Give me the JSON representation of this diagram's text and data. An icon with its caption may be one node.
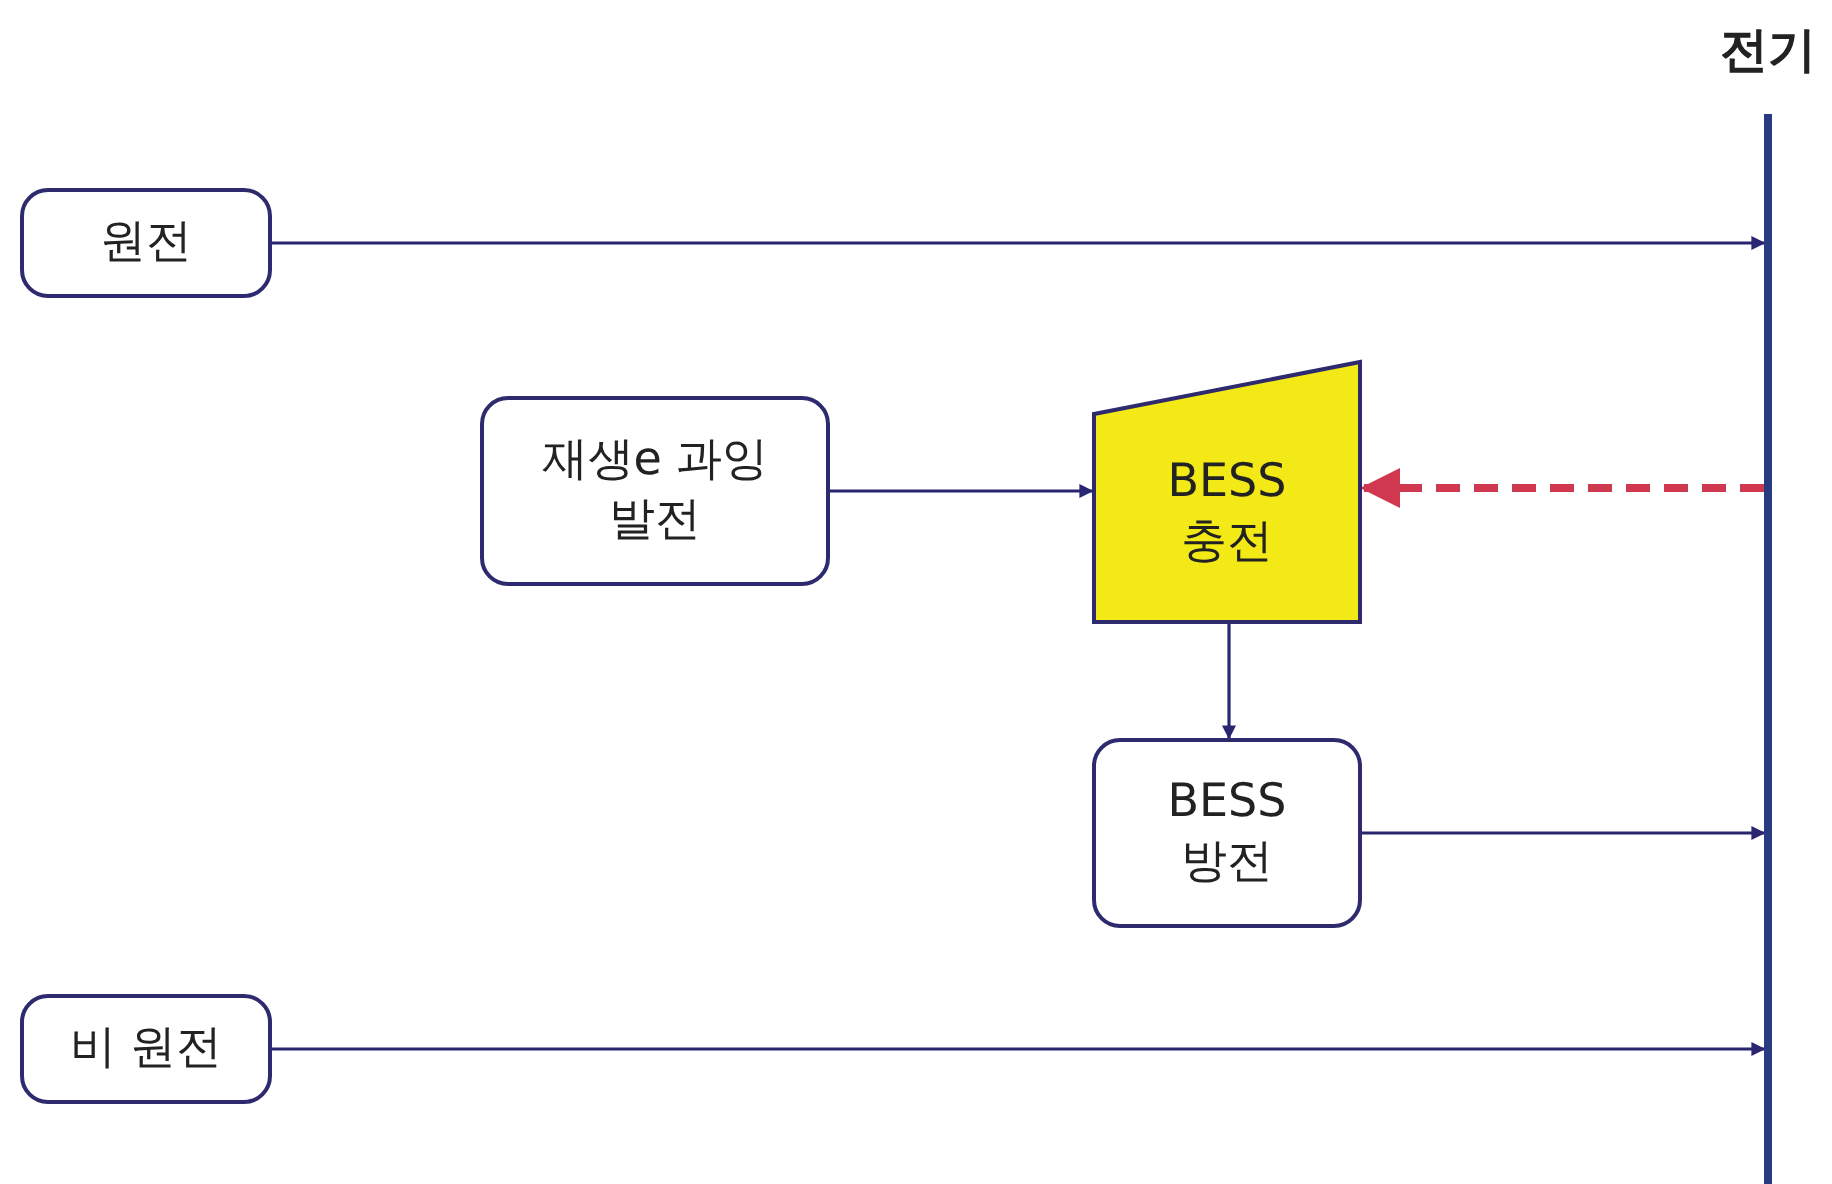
{
  "diagram": {
    "nodes": [
      {
        "text": [
          "원전"
        ]
      },
      {
        "text": [
          "재생e 과잉발전"
        ]
      },
      {
        "text": [
          "BESS 충전"
        ]
      },
      {
        "text": [
          "BESS 방전"
        ]
      },
      {
        "text": [
          "비 원전"
        ]
      },
      {
        "text": [
          "전기"
        ]
      }
    ],
    "edges": [
      {
        "from": 0,
        "to": 5,
        "arrow": "to"
      },
      {
        "from": 1,
        "to": 2,
        "arrow": "to"
      },
      {
        "from": 5,
        "to": 2,
        "arrow": "to",
        "style": "dashed",
        "color": "#d0384f"
      },
      {
        "from": 2,
        "to": 3,
        "arrow": "to"
      },
      {
        "from": 3,
        "to": 5,
        "arrow": "to"
      },
      {
        "from": 4,
        "to": 5,
        "arrow": "to"
      }
    ]
  }
}
